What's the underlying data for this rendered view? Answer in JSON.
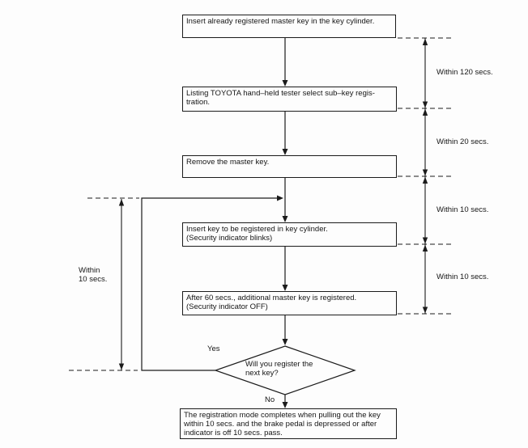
{
  "flowchart": {
    "steps": [
      {
        "lines": [
          "Insert already registered master key in the key cylinder."
        ]
      },
      {
        "lines": [
          "Listing TOYOTA hand–held tester select sub–key regis-",
          "tration."
        ]
      },
      {
        "lines": [
          "Remove the master key."
        ]
      },
      {
        "lines": [
          "Insert key to be registered in key cylinder.",
          "(Security indicator blinks)"
        ]
      },
      {
        "lines": [
          "After 60 secs., additional master key is registered.",
          "(Security indicator OFF)"
        ]
      }
    ],
    "decision": {
      "lines": [
        "Will you register the",
        "next key?"
      ],
      "yes_label": "Yes",
      "no_label": "No"
    },
    "terminal": {
      "lines": [
        "The registration mode completes when pulling out the key",
        "within 10 secs. and the brake pedal is depressed or after",
        "indicator is off 10 secs. pass."
      ]
    },
    "timing_annotations": {
      "right": [
        "Within 120 secs.",
        "Within 20 secs.",
        "Within 10 secs.",
        "Within 10 secs."
      ],
      "left": {
        "lines": [
          "Within",
          "10 secs."
        ]
      }
    },
    "colors": {
      "line": "#1b1b1b",
      "background": "#fdfdfd"
    }
  }
}
